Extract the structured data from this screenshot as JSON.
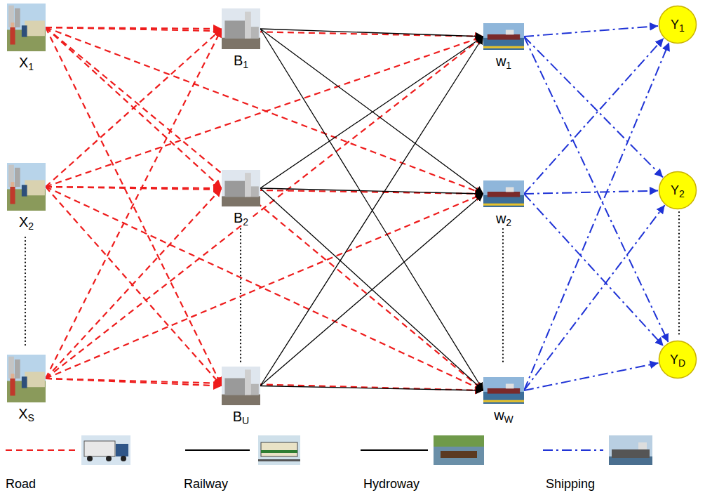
{
  "diagram": {
    "nodes": [
      {
        "text": [
          "X1"
        ]
      },
      {
        "text": [
          "X2"
        ]
      },
      {
        "text": [
          "XS"
        ]
      },
      {
        "text": [
          "B1"
        ]
      },
      {
        "text": [
          "B2"
        ]
      },
      {
        "text": [
          "BU"
        ]
      },
      {
        "text": [
          "w1"
        ]
      },
      {
        "text": [
          "w2"
        ]
      },
      {
        "text": [
          "wW"
        ]
      },
      {
        "text": [
          "Y1"
        ]
      },
      {
        "text": [
          "Y2"
        ]
      },
      {
        "text": [
          "YD"
        ]
      }
    ],
    "edges": [
      {
        "from": 0,
        "to": 3,
        "arrow": "to"
      },
      {
        "from": 0,
        "to": 4,
        "arrow": "to"
      },
      {
        "from": 0,
        "to": 5,
        "arrow": "to"
      },
      {
        "from": 1,
        "to": 3,
        "arrow": "to"
      },
      {
        "from": 1,
        "to": 4,
        "arrow": "to"
      },
      {
        "from": 1,
        "to": 5,
        "arrow": "to"
      },
      {
        "from": 2,
        "to": 3,
        "arrow": "to"
      },
      {
        "from": 2,
        "to": 4,
        "arrow": "to"
      },
      {
        "from": 2,
        "to": 5,
        "arrow": "to"
      },
      {
        "from": 0,
        "to": 6,
        "arrow": "to"
      },
      {
        "from": 0,
        "to": 7,
        "arrow": "to"
      },
      {
        "from": 0,
        "to": 8,
        "arrow": "to"
      },
      {
        "from": 1,
        "to": 6,
        "arrow": "to"
      },
      {
        "from": 1,
        "to": 7,
        "arrow": "to"
      },
      {
        "from": 1,
        "to": 8,
        "arrow": "to"
      },
      {
        "from": 2,
        "to": 6,
        "arrow": "to"
      },
      {
        "from": 2,
        "to": 7,
        "arrow": "to"
      },
      {
        "from": 2,
        "to": 8,
        "arrow": "to"
      },
      {
        "from": 3,
        "to": 6,
        "arrow": "to"
      },
      {
        "from": 3,
        "to": 7,
        "arrow": "to"
      },
      {
        "from": 3,
        "to": 8,
        "arrow": "to"
      },
      {
        "from": 4,
        "to": 6,
        "arrow": "to"
      },
      {
        "from": 4,
        "to": 7,
        "arrow": "to"
      },
      {
        "from": 4,
        "to": 8,
        "arrow": "to"
      },
      {
        "from": 5,
        "to": 6,
        "arrow": "to"
      },
      {
        "from": 5,
        "to": 7,
        "arrow": "to"
      },
      {
        "from": 5,
        "to": 8,
        "arrow": "to"
      },
      {
        "from": 6,
        "to": 9,
        "arrow": "to"
      },
      {
        "from": 6,
        "to": 10,
        "arrow": "to"
      },
      {
        "from": 6,
        "to": 11,
        "arrow": "to"
      },
      {
        "from": 7,
        "to": 9,
        "arrow": "to"
      },
      {
        "from": 7,
        "to": 10,
        "arrow": "to"
      },
      {
        "from": 7,
        "to": 11,
        "arrow": "to"
      },
      {
        "from": 8,
        "to": 9,
        "arrow": "to"
      },
      {
        "from": 8,
        "to": 10,
        "arrow": "to"
      },
      {
        "from": 8,
        "to": 11,
        "arrow": "to"
      }
    ],
    "legend": [
      {
        "text": "Road"
      },
      {
        "text": "Railway"
      },
      {
        "text": "Hydroway"
      },
      {
        "text": "Shipping"
      }
    ]
  }
}
